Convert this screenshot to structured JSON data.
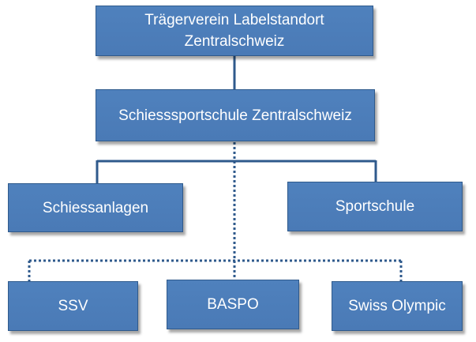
{
  "diagram": {
    "root": {
      "line1": "Trägerverein Labelstandort",
      "line2": "Zentralschweiz"
    },
    "school": {
      "label": "Schiesssportschule Zentralschweiz"
    },
    "mid_left": {
      "label": "Schiessanlagen"
    },
    "mid_right": {
      "label": "Sportschule"
    },
    "partners": [
      {
        "label": "SSV"
      },
      {
        "label": "BASPO"
      },
      {
        "label": "Swiss Olympic"
      }
    ],
    "colors": {
      "box_fill": "#4f81bd",
      "box_border": "#2f5a8c",
      "connector": "#2f5a8c",
      "text": "#ffffff"
    }
  }
}
